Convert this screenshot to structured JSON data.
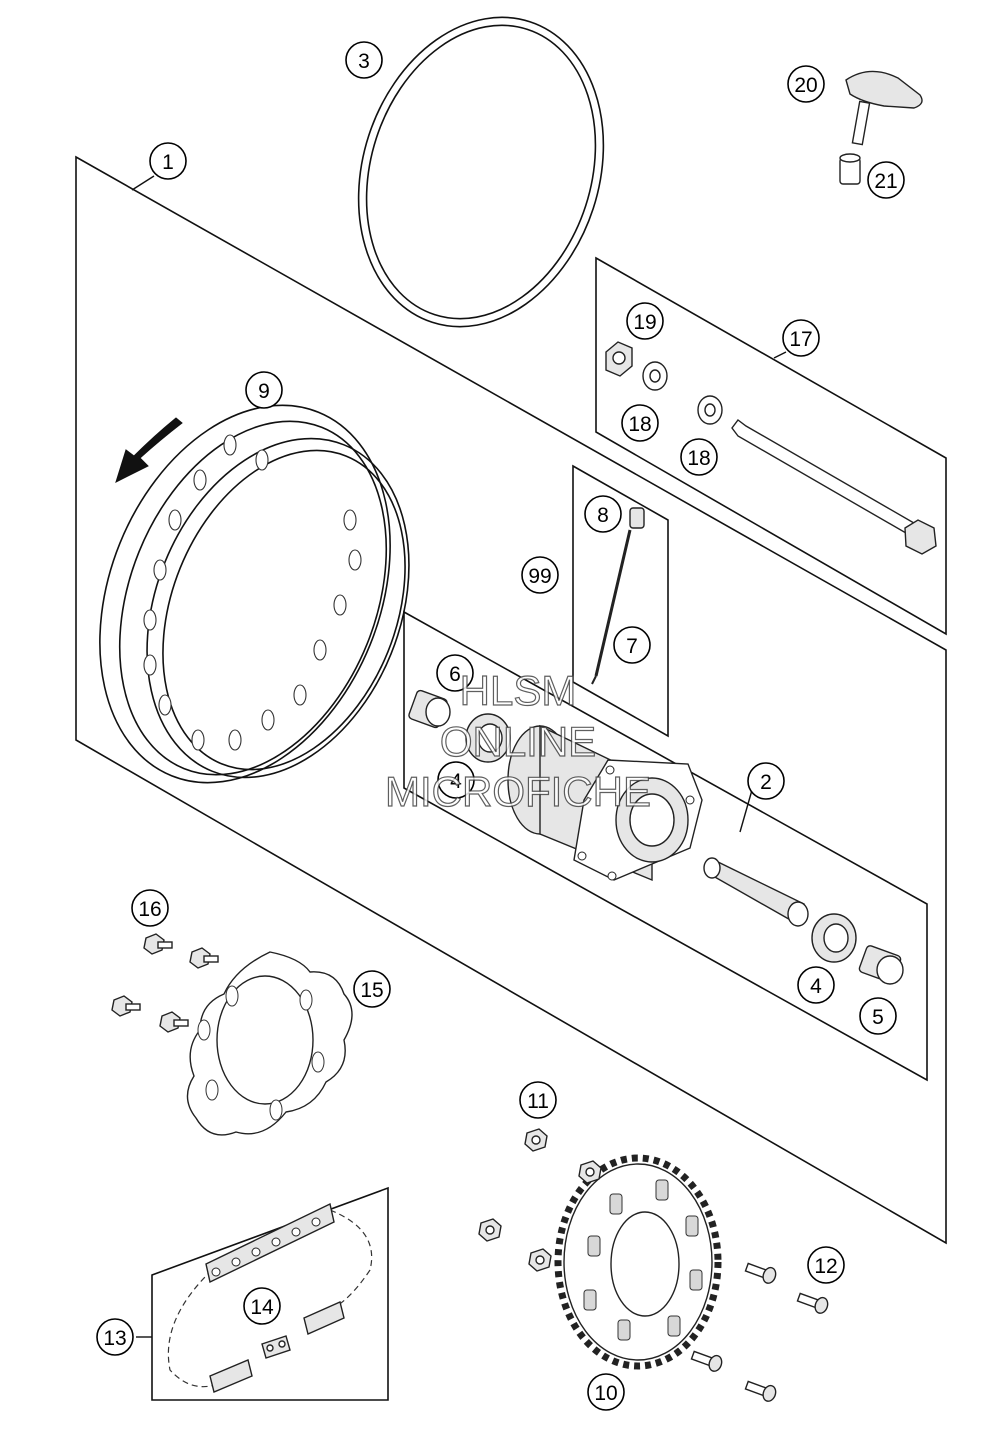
{
  "callouts": {
    "c1": "1",
    "c2": "2",
    "c3": "3",
    "c4a": "4",
    "c4b": "4",
    "c5": "5",
    "c6": "6",
    "c7": "7",
    "c8": "8",
    "c9": "9",
    "c10": "10",
    "c11": "11",
    "c12": "12",
    "c13": "13",
    "c14": "14",
    "c15": "15",
    "c16": "16",
    "c17": "17",
    "c18a": "18",
    "c18b": "18",
    "c19": "19",
    "c20": "20",
    "c21": "21",
    "c99": "99"
  },
  "watermark": {
    "line1": "HLSM",
    "line2": "ONLINE",
    "line3": "MICROFICHE"
  }
}
